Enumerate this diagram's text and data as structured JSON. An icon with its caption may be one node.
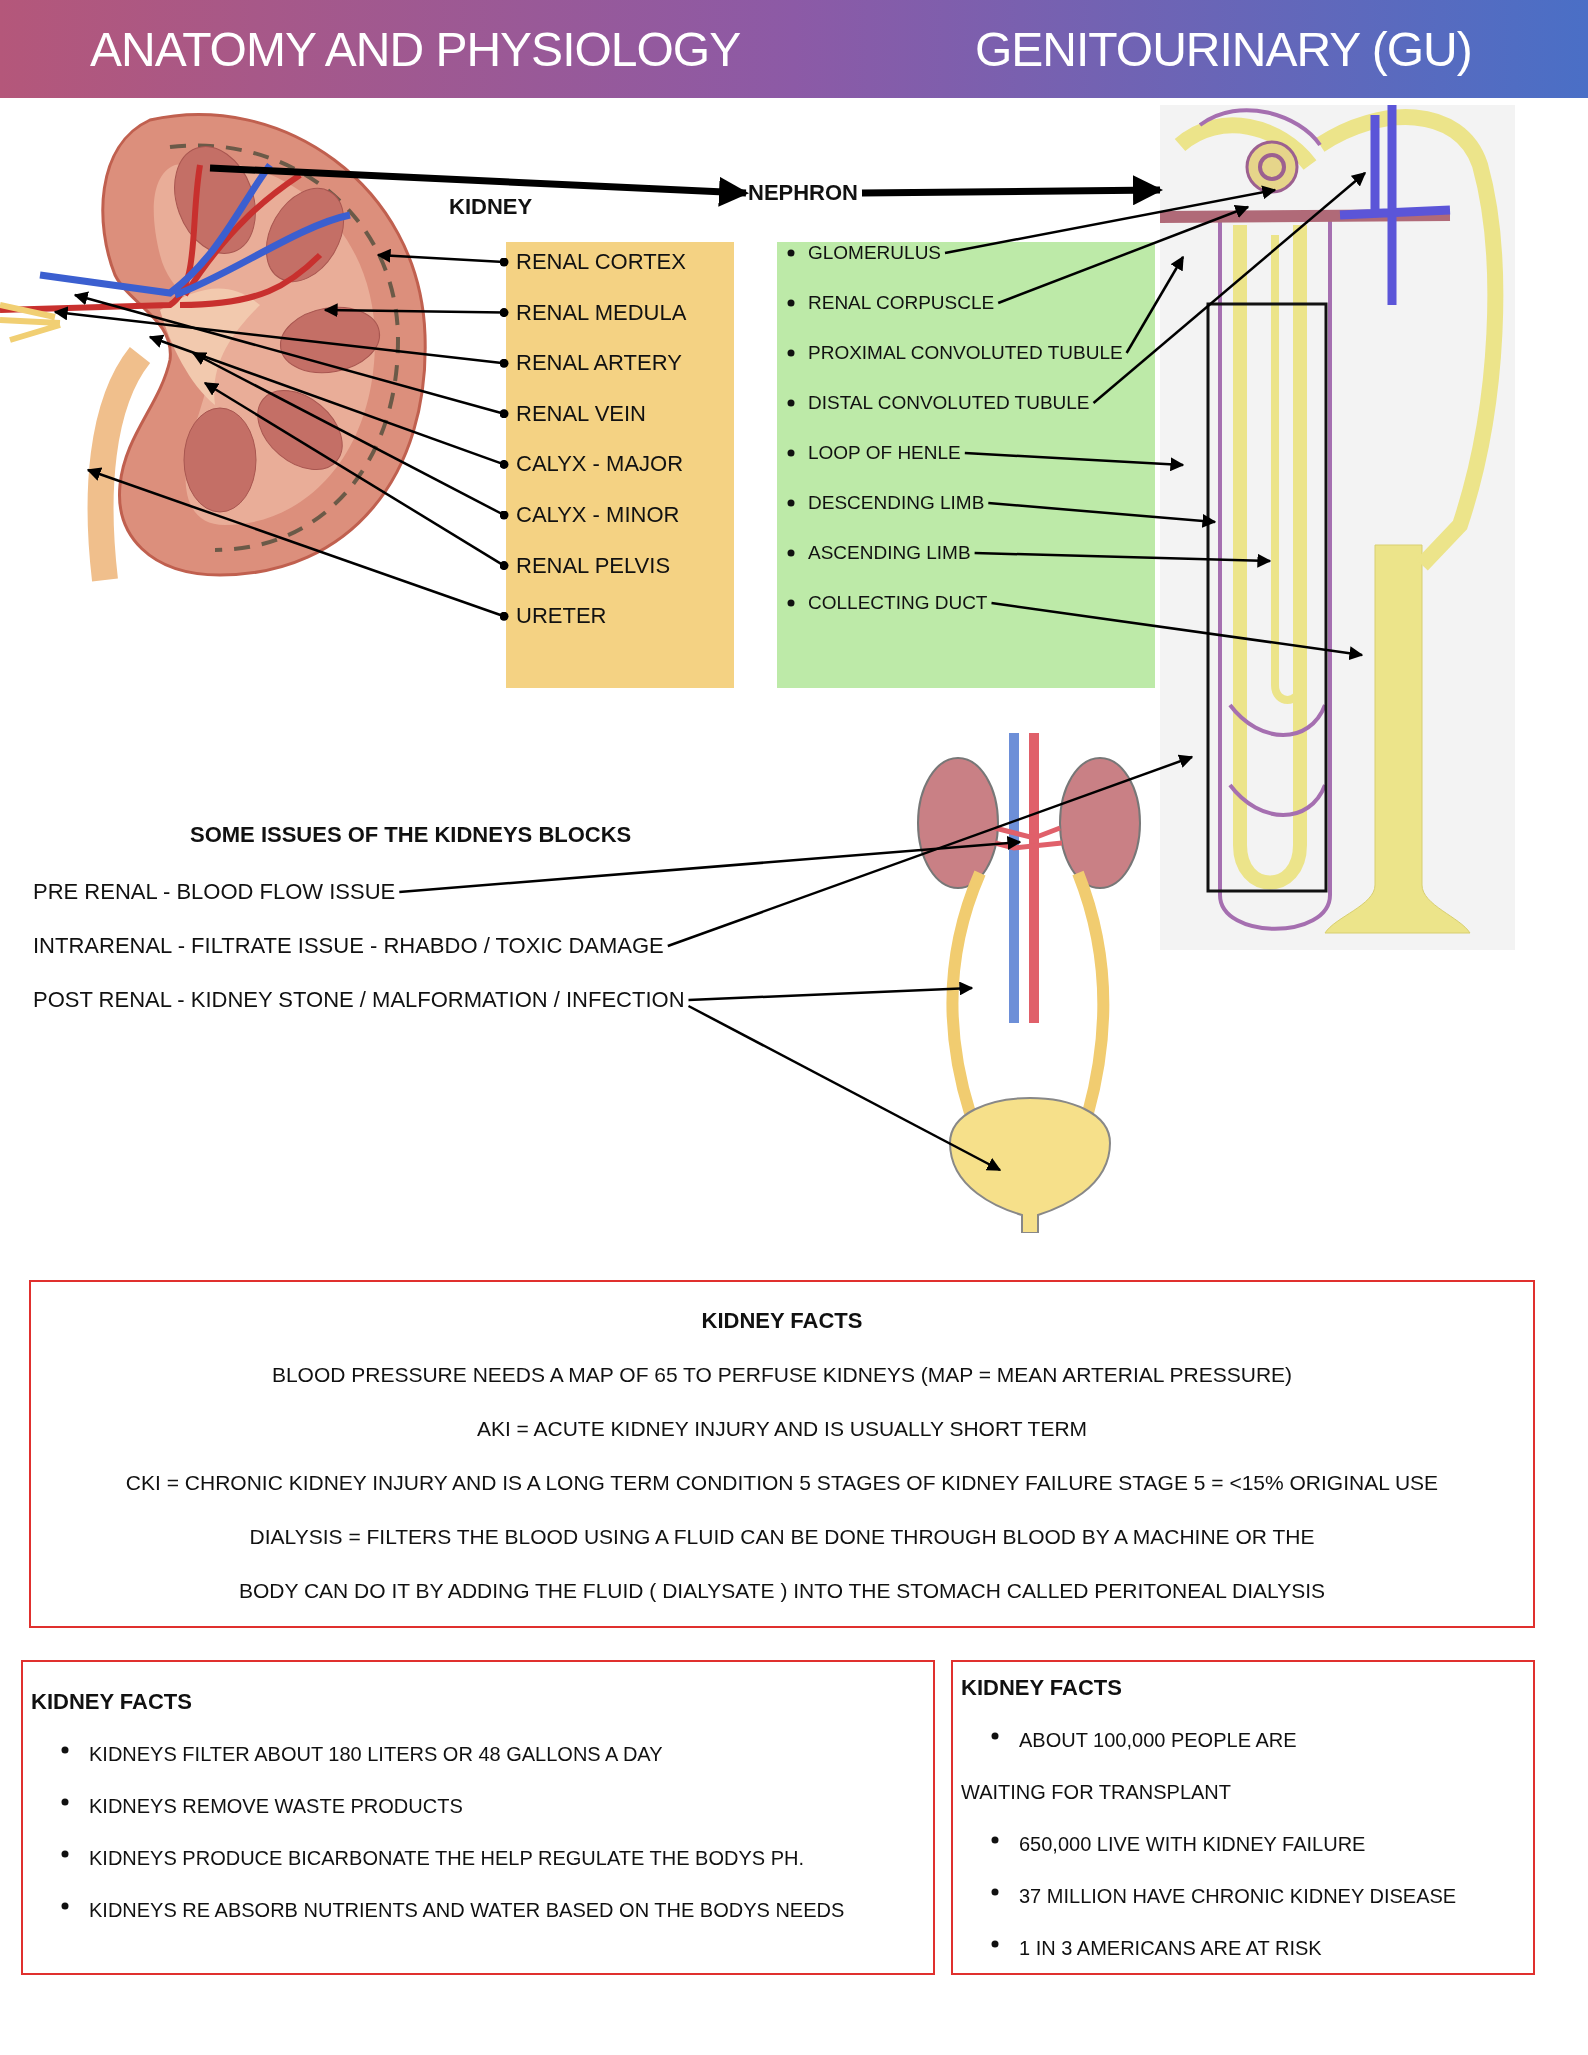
{
  "diagram": {
    "nodes": [
      {
        "text": [
          "ANATOMY AND PHYSIOLOGY",
          "GENITOURINARY (GU)"
        ]
      },
      {
        "text": [],
        "shape": "picture"
      },
      {
        "text": [
          "KIDNEY"
        ]
      },
      {
        "text": [
          "RENAL CORTEX"
        ],
        "in": 2
      },
      {
        "text": [
          "RENAL MEDULA"
        ],
        "in": 2
      },
      {
        "text": [
          "RENAL ARTERY"
        ],
        "in": 2
      },
      {
        "text": [
          "RENAL VEIN"
        ],
        "in": 2
      },
      {
        "text": [
          "CALYX - MAJOR"
        ],
        "in": 2
      },
      {
        "text": [
          "CALYX - MINOR"
        ],
        "in": 2
      },
      {
        "text": [
          "RENAL PELVIS"
        ],
        "in": 2
      },
      {
        "text": [
          "URETER"
        ],
        "in": 2
      },
      {
        "text": [
          "NEPHRON"
        ]
      },
      {
        "text": [],
        "shape": "box"
      },
      {
        "text": [
          "GLOMERULUS"
        ],
        "in": 12
      },
      {
        "text": [
          "RENAL CORPUSCLE"
        ],
        "in": 12
      },
      {
        "text": [
          "PROXIMAL CONVOLUTED TUBULE"
        ],
        "in": 12
      },
      {
        "text": [
          "DISTAL CONVOLUTED TUBULE"
        ],
        "in": 12
      },
      {
        "text": [
          "LOOP OF HENLE"
        ],
        "in": 12
      },
      {
        "text": [
          "DESCENDING LIMB"
        ],
        "in": 12
      },
      {
        "text": [
          "ASCENDING LIMB"
        ],
        "in": 12
      },
      {
        "text": [
          "COLLECTING DUCT"
        ],
        "in": 12
      },
      {
        "text": [],
        "shape": "picture"
      },
      {
        "text": [
          "PRE RENAL - BLOOD FLOW ISSUE"
        ]
      },
      {
        "text": [
          "INTRARENAL - FILTRATE ISSUE - RHABDO / TOXIC DAMAGE"
        ]
      },
      {
        "text": [
          "POST RENAL - KIDNEY STONE / MALFORMATION / INFECTION"
        ]
      },
      {
        "text": [],
        "shape": "picture"
      },
      {
        "text": [
          "KIDNEY FACTS",
          "BLOOD PRESSURE NEEDS A MAP OF 65 TO PERFUSE KIDNEYS (MAP = MEAN ARTERIAL PRESSURE)",
          "AKI = ACUTE KIDNEY INJURY AND IS USUALLY SHORT TERM",
          "CKI = CHRONIC KIDNEY INJURY AND IS A LONG TERM CONDITION 5 STAGES OF KIDNEY FAILURE STAGE 5 = <15% ORIGINAL USE",
          "DIALYSIS = FILTERS THE BLOOD USING A FLUID CAN BE DONE THROUGH BLOOD BY A MACHINE OR THE BODY CAN DO IT BY ADDING THE FLUID ( DIALYSATE ) INTO THE STOMACH CALLED PERITONEAL DIALYSIS"
        ]
      },
      {
        "text": [
          "KIDNEY FACTS",
          "KIDNEYS FILTER ABOUT 180 LITERS OR 48 GALLONS A DAY",
          "KIDNEYS REMOVE WASTE PRODUCTS",
          "KIDNEYS PRODUCE BICARBONATE THE HELP REGULATE THE BODYS PH.",
          "KIDNEYS RE ABSORB NUTRIENTS AND WATER BASED ON THE BODYS NEEDS"
        ]
      },
      {
        "text": [
          "KIDNEY FACTS",
          "ABOUT 100,000 PEOPLE ARE WAITING FOR TRANSPLANT",
          "650,000 LIVE WITH KIDNEY FAILURE",
          "37 MILLION HAVE CHRONIC KIDNEY DISEASE",
          "1 IN 3 AMERICANS ARE AT RISK"
        ]
      }
    ],
    "edges": [
      {
        "from": 1,
        "to": 11,
        "arrow": "to",
        "style": "thick"
      },
      {
        "from": 11,
        "to": 21,
        "arrow": "to",
        "style": "thick"
      },
      {
        "from": 3,
        "to": 1,
        "arrow": "to"
      },
      {
        "from": 4,
        "to": 1,
        "arrow": "to"
      },
      {
        "from": 5,
        "to": 1,
        "arrow": "to"
      },
      {
        "from": 6,
        "to": 1,
        "arrow": "to"
      },
      {
        "from": 7,
        "to": 1,
        "arrow": "to"
      },
      {
        "from": 8,
        "to": 1,
        "arrow": "to"
      },
      {
        "from": 9,
        "to": 1,
        "arrow": "to"
      },
      {
        "from": 10,
        "to": 1,
        "arrow": "to"
      },
      {
        "from": 13,
        "to": 21,
        "arrow": "to"
      },
      {
        "from": 14,
        "to": 21,
        "arrow": "to"
      },
      {
        "from": 15,
        "to": 21,
        "arrow": "to"
      },
      {
        "from": 16,
        "to": 21,
        "arrow": "to"
      },
      {
        "from": 17,
        "to": 21,
        "arrow": "to"
      },
      {
        "from": 18,
        "to": 21,
        "arrow": "to"
      },
      {
        "from": 19,
        "to": 21,
        "arrow": "to"
      },
      {
        "from": 20,
        "to": 21,
        "arrow": "to"
      },
      {
        "from": 22,
        "to": 25,
        "arrow": "to"
      },
      {
        "from": 23,
        "to": 21,
        "arrow": "to"
      },
      {
        "from": 24,
        "to": 25,
        "arrow": "to"
      },
      {
        "from": 24,
        "to": 25,
        "arrow": "to"
      }
    ],
    "labels": [
      "SOME ISSUES OF THE KIDNEYS BLOCKS"
    ]
  }
}
